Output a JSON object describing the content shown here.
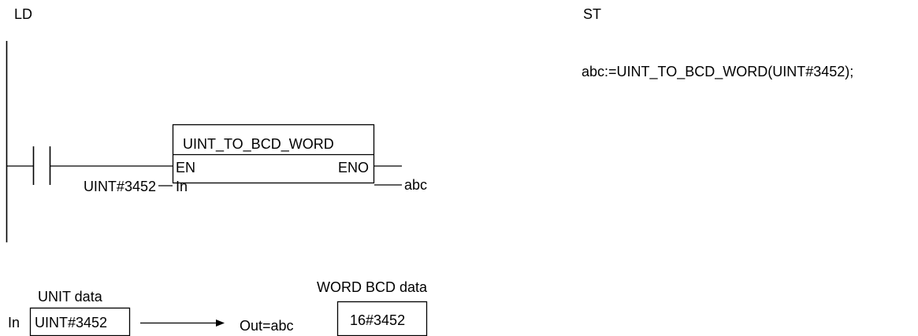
{
  "ld": {
    "label": "LD",
    "function_block": {
      "name": "UINT_TO_BCD_WORD",
      "input_en": "EN",
      "output_eno": "ENO",
      "input_in": "In",
      "in_value": "UINT#3452",
      "output_var": "abc"
    }
  },
  "st": {
    "label": "ST",
    "code": "abc:=UINT_TO_BCD_WORD(UINT#3452);"
  },
  "conversion": {
    "in_label": "In",
    "source_caption": "UNIT data",
    "source_value": "UINT#3452",
    "out_label": "Out=abc",
    "target_caption": "WORD BCD data",
    "target_value": "16#3452"
  }
}
